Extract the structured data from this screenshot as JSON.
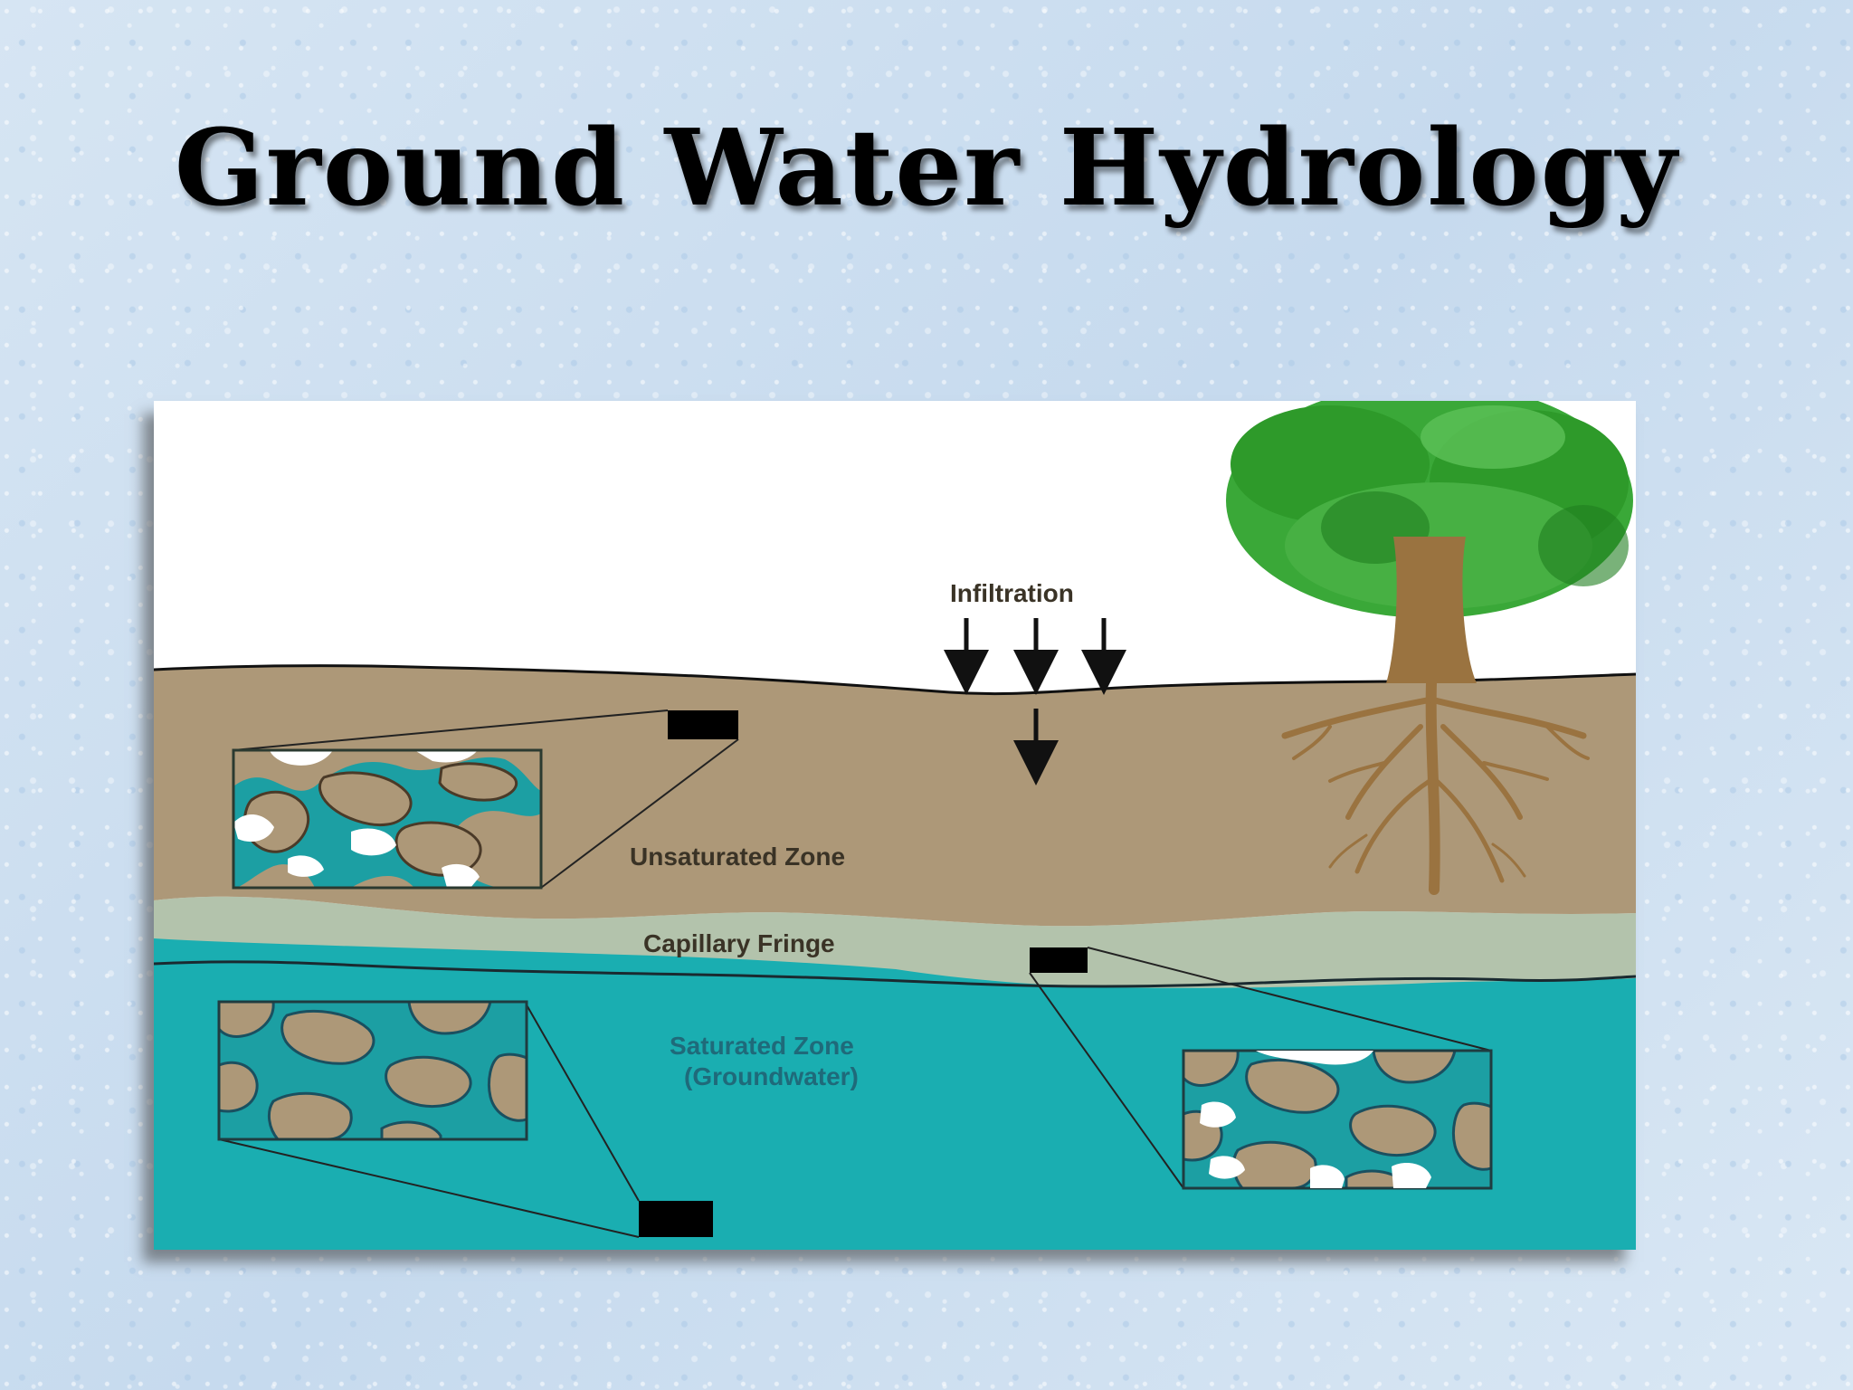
{
  "slide": {
    "title": "Ground Water Hydrology"
  },
  "diagram": {
    "labels": {
      "infiltration": "Infiltration",
      "unsaturated": "Unsaturated Zone",
      "capillary": "Capillary Fringe",
      "saturated_line1": "Saturated Zone",
      "saturated_line2": "(Groundwater)"
    },
    "colors": {
      "sky": "#ffffff",
      "soil": "#ad9878",
      "capillary": "#b3c3ac",
      "groundwater": "#1aaeb1",
      "pore_water": "#1c9fa3",
      "tree_trunk": "#9a7340",
      "tree_leaves": "#2e9a2a"
    }
  }
}
